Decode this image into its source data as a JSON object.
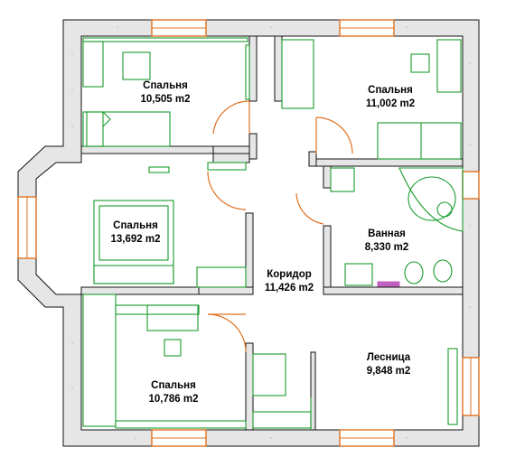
{
  "rooms": [
    {
      "name": "Спальня",
      "area": "10,505 m2"
    },
    {
      "name": "Спальня",
      "area": "11,002 m2"
    },
    {
      "name": "Спальня",
      "area": "13,692 m2"
    },
    {
      "name": "Ванная",
      "area": "8,330 m2"
    },
    {
      "name": "Коридор",
      "area": "11,426 m2"
    },
    {
      "name": "Спальня",
      "area": "10,786 m2"
    },
    {
      "name": "Лесница",
      "area": "9,848 m2"
    }
  ],
  "colors": {
    "wall_fill": "#e6e6e6",
    "wall_line": "#111111",
    "furniture": "#1a9b2c",
    "doors_windows": "#e07020",
    "bath_tile": "#c060c0"
  }
}
